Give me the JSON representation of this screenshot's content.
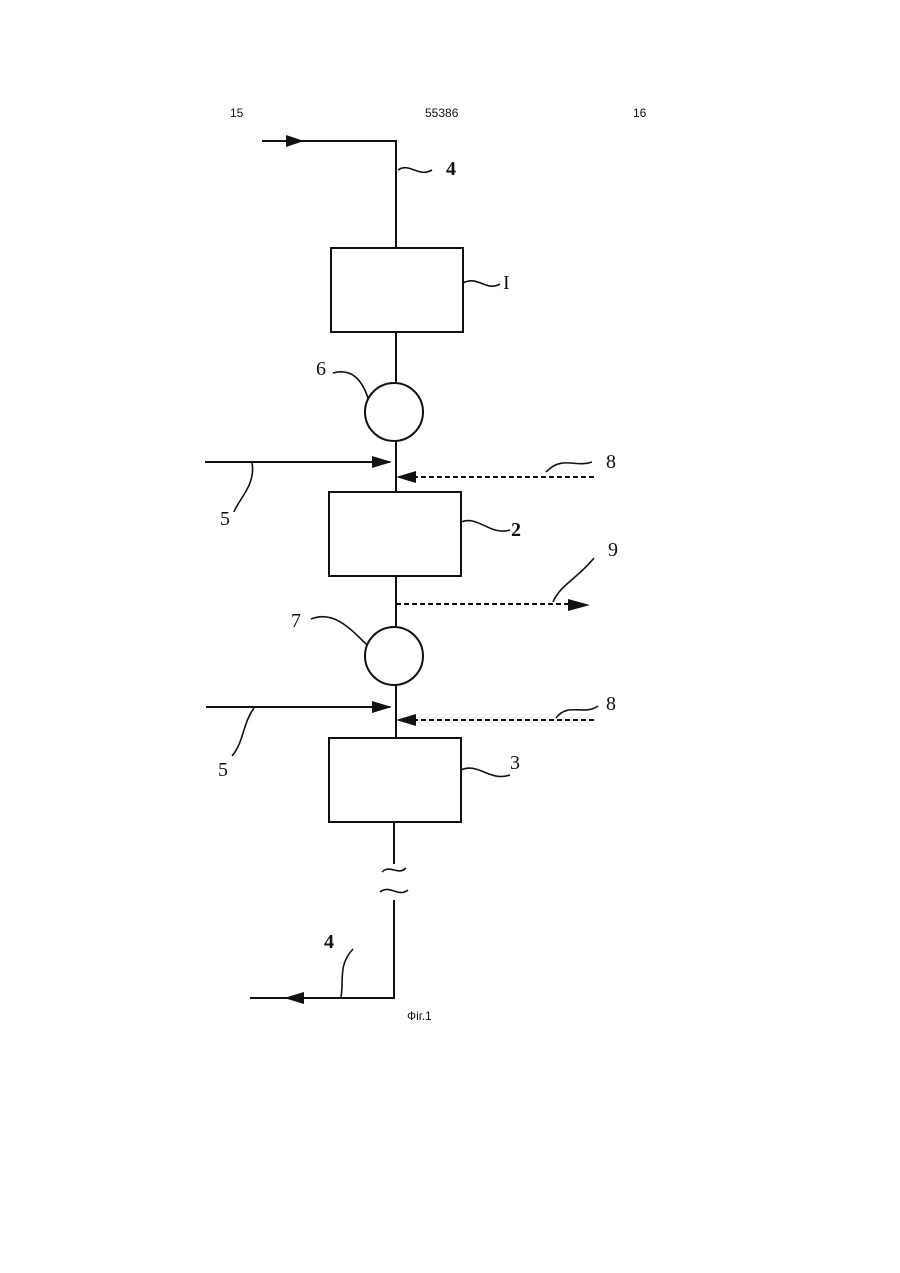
{
  "header": {
    "left_page": "15",
    "patent_number": "55386",
    "right_page": "16"
  },
  "figure": {
    "caption": "Фіг.1",
    "labels": {
      "stream_in": "4",
      "stream_out": "4",
      "unit_1": "I",
      "unit_2": "2",
      "unit_3": "3",
      "node_6": "6",
      "node_7": "7",
      "feed_5_upper": "5",
      "feed_5_lower": "5",
      "dashed_8_upper": "8",
      "dashed_8_lower": "8",
      "dashed_9": "9"
    }
  }
}
